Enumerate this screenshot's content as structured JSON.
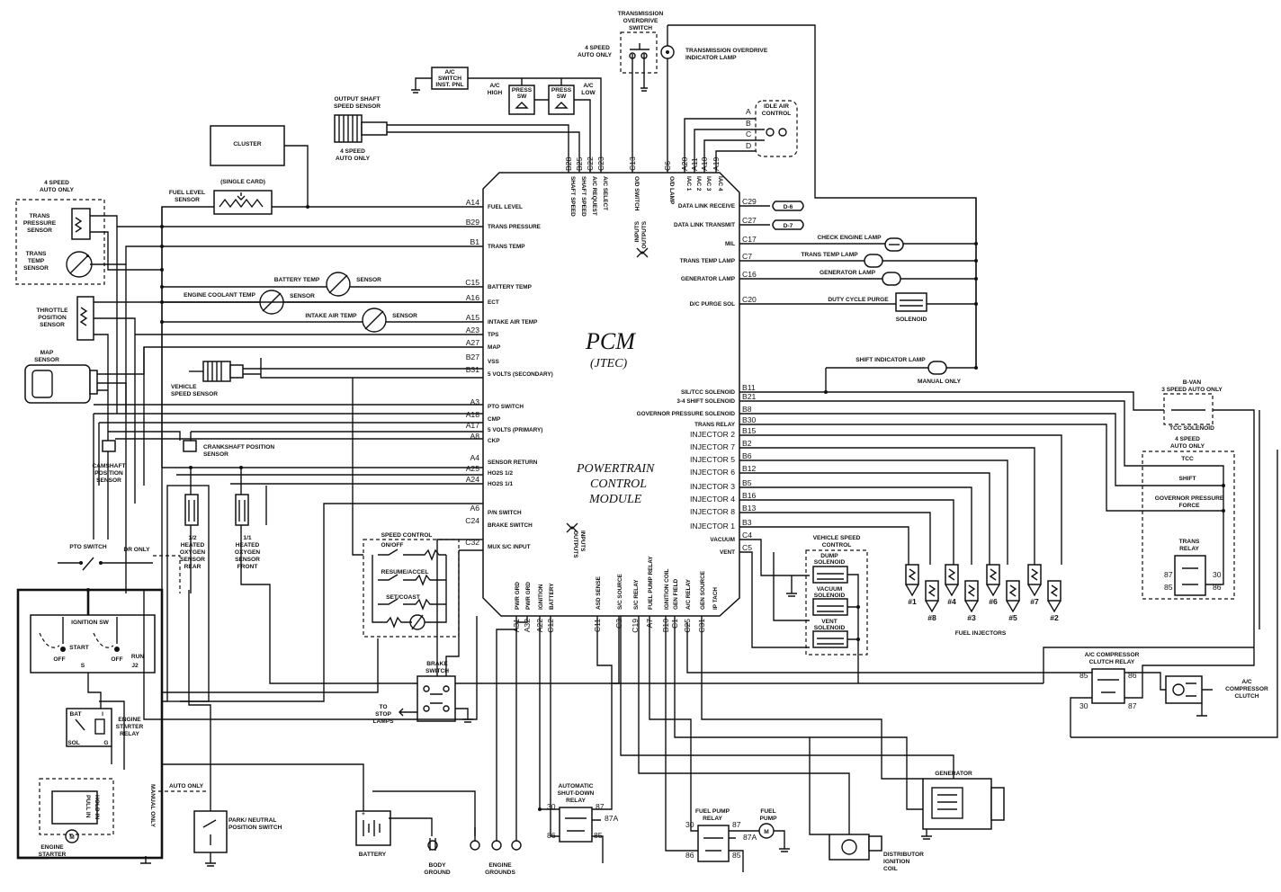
{
  "pcm": {
    "title": "PCM",
    "subtitle": "(JTEC)",
    "full_name_1": "POWERTRAIN",
    "full_name_2": "CONTROL",
    "full_name_3": "MODULE",
    "inputs_outputs_top": "INPUTS\nOUTPUTS",
    "inputs_outputs_bottom": "INPUTS\nOUTPUTS"
  },
  "top": {
    "trans_od_switch": "TRANSMISSION OVERDRIVE SWITCH",
    "speed4_auto_only": "4 SPEED AUTO ONLY",
    "od_indicator_lamp": "TRANSMISSION OVERDRIVE INDICATOR LAMP",
    "ac_switch": "A/C SWITCH INST. PNL",
    "ac_high": "A/C HIGH",
    "ac_low": "A/C LOW",
    "press_sw": "PRESS SW",
    "output_shaft_sensor": "OUTPUT SHAFT SPEED SENSOR",
    "speed4_auto_only_2": "4 SPEED AUTO ONLY",
    "cluster": "CLUSTER",
    "idle_air_control": "IDLE AIR CONTROL",
    "iac_letters": [
      "A",
      "B",
      "C",
      "D"
    ]
  },
  "left": {
    "speed4_auto_only": "4 SPEED AUTO ONLY",
    "trans_pressure_sensor": "TRANS PRESSURE SENSOR",
    "trans_temp_sensor": "TRANS TEMP SENSOR",
    "fuel_level_sensor": "FUEL LEVEL SENSOR",
    "single_card": "(SINGLE CARD)",
    "battery_temp": "BATTERY TEMP",
    "sensor": "SENSOR",
    "engine_coolant_temp": "ENGINE COOLANT TEMP",
    "intake_air_temp": "INTAKE AIR TEMP",
    "throttle_position_sensor": "THROTTLE POSITION SENSOR",
    "map_sensor": "MAP SENSOR",
    "vehicle_speed_sensor": "VEHICLE SPEED SENSOR",
    "crankshaft_position_sensor": "CRANKSHAFT POSITION SENSOR",
    "camshaft_position_sensor": "CAMSHAFT POSITION SENSOR",
    "o2_rear": "1/2 HEATED OXYGEN SENSOR REAR",
    "o2_front": "1/1 HEATED OXYGEN SENSOR FRONT",
    "pto_switch": "PTO SWITCH",
    "dr_only": "DR ONLY",
    "speed_control": "SPEED CONTROL",
    "on_off": "ON/OFF",
    "resume_accel": "RESUME/ACCEL",
    "set_coast": "SET/COAST"
  },
  "pcm_left_pins": [
    {
      "pin": "A14",
      "label": "FUEL LEVEL"
    },
    {
      "pin": "B29",
      "label": "TRANS PRESSURE"
    },
    {
      "pin": "B1",
      "label": "TRANS TEMP"
    },
    {
      "pin": "C15",
      "label": "BATTERY TEMP"
    },
    {
      "pin": "A16",
      "label": "ECT"
    },
    {
      "pin": "A15",
      "label": "INTAKE AIR TEMP"
    },
    {
      "pin": "A23",
      "label": "TPS"
    },
    {
      "pin": "A27",
      "label": "MAP"
    },
    {
      "pin": "B27",
      "label": "VSS"
    },
    {
      "pin": "B31",
      "label": "5 VOLTS (SECONDARY)"
    },
    {
      "pin": "A3",
      "label": "PTO SWITCH"
    },
    {
      "pin": "A18",
      "label": "CMP"
    },
    {
      "pin": "A17",
      "label": "5 VOLTS (PRIMARY)"
    },
    {
      "pin": "A8",
      "label": "CKP"
    },
    {
      "pin": "A4",
      "label": "SENSOR RETURN"
    },
    {
      "pin": "A25",
      "label": "HO2S 1/2"
    },
    {
      "pin": "A24",
      "label": "HO2S 1/1"
    },
    {
      "pin": "A6",
      "label": "P/N SWITCH"
    },
    {
      "pin": "C24",
      "label": "BRAKE SWITCH"
    },
    {
      "pin": "C32",
      "label": "MUX S/C INPUT"
    }
  ],
  "pcm_top_pins": [
    {
      "pin": "B28",
      "label": "SHAFT SPEED"
    },
    {
      "pin": "B25",
      "label": "SHAFT SPEED"
    },
    {
      "pin": "C22",
      "label": "A/C REQUEST"
    },
    {
      "pin": "C23",
      "label": "A/C SELECT"
    },
    {
      "pin": "C13",
      "label": "O/D SWITCH"
    },
    {
      "pin": "C6",
      "label": "O/D LAMP"
    },
    {
      "pin": "A20",
      "label": "IAC 1"
    },
    {
      "pin": "A11",
      "label": "IAC 2"
    },
    {
      "pin": "A10",
      "label": "IAC 3"
    },
    {
      "pin": "A19",
      "label": "IAC 4"
    }
  ],
  "pcm_right_pins": [
    {
      "pin": "C29",
      "label": "DATA LINK RECEIVE"
    },
    {
      "pin": "C27",
      "label": "DATA LINK TRANSMIT"
    },
    {
      "pin": "C17",
      "label": "MIL"
    },
    {
      "pin": "C7",
      "label": "TRANS TEMP LAMP"
    },
    {
      "pin": "C16",
      "label": "GENERATOR LAMP"
    },
    {
      "pin": "C20",
      "label": "D/C PURGE SOL"
    },
    {
      "pin": "B11",
      "label": "SIL/TCC SOLENOID"
    },
    {
      "pin": "B21",
      "label": "3-4 SHIFT SOLENOID"
    },
    {
      "pin": "B8",
      "label": "GOVERNOR PRESSURE SOLENOID"
    },
    {
      "pin": "B30",
      "label": "TRANS RELAY"
    },
    {
      "pin": "B15",
      "label": "INJECTOR 2"
    },
    {
      "pin": "B2",
      "label": "INJECTOR 7"
    },
    {
      "pin": "B6",
      "label": "INJECTOR 5"
    },
    {
      "pin": "B12",
      "label": "INJECTOR 6"
    },
    {
      "pin": "B5",
      "label": "INJECTOR 3"
    },
    {
      "pin": "B16",
      "label": "INJECTOR 4"
    },
    {
      "pin": "B13",
      "label": "INJECTOR 8"
    },
    {
      "pin": "B3",
      "label": "INJECTOR 1"
    },
    {
      "pin": "C4",
      "label": "VACUUM"
    },
    {
      "pin": "C5",
      "label": "VENT"
    }
  ],
  "pcm_bottom_pins": [
    {
      "pin": "A31",
      "label": "PWR GRD"
    },
    {
      "pin": "A32",
      "label": "PWR GRD"
    },
    {
      "pin": "A22",
      "label": "IGNITION"
    },
    {
      "pin": "C12",
      "label": "BATTERY"
    },
    {
      "pin": "C11",
      "label": "ASD SENSE"
    },
    {
      "pin": "C3",
      "label": "S/C SOURCE"
    },
    {
      "pin": "C19",
      "label": "S/C RELAY"
    },
    {
      "pin": "A7",
      "label": "FUEL PUMP RELAY"
    },
    {
      "pin": "B10",
      "label": "IGNITION COIL"
    },
    {
      "pin": "C1",
      "label": "GEN FIELD"
    },
    {
      "pin": "C25",
      "label": "A/C RELAY"
    },
    {
      "pin": "C31",
      "label": "GEN SOURCE"
    },
    {
      "pin": "",
      "label": "IP TACH"
    }
  ],
  "right": {
    "d6": "D-6",
    "d7": "D-7",
    "check_engine_lamp": "CHECK ENGINE LAMP",
    "trans_temp_lamp": "TRANS TEMP LAMP",
    "generator_lamp": "GENERATOR LAMP",
    "duty_cycle_purge": "DUTY CYCLE PURGE",
    "solenoid": "SOLENOID",
    "shift_indicator_lamp": "SHIFT INDICATOR LAMP",
    "manual_only": "MANUAL ONLY",
    "b_van": "B-VAN",
    "speed3_auto_only": "3 SPEED AUTO ONLY",
    "tcc_solenoid": "TCC SOLENOID",
    "speed4_auto_only": "4 SPEED AUTO ONLY",
    "tcc": "TCC",
    "shift": "SHIFT",
    "governor_pressure_force": "GOVERNOR PRESSURE FORCE",
    "trans_relay": "TRANS RELAY",
    "relay_pins": [
      "87",
      "30",
      "85",
      "86"
    ],
    "vehicle_speed_control": "VEHICLE SPEED CONTROL",
    "dump_solenoid": "DUMP SOLENOID",
    "vacuum_solenoid": "VACUUM SOLENOID",
    "vent_solenoid": "VENT SOLENOID",
    "fuel_injectors": "FUEL INJECTORS",
    "injector_top": [
      "#1",
      "#4",
      "#6",
      "#7"
    ],
    "injector_bottom": [
      "#8",
      "#3",
      "#5",
      "#2"
    ],
    "ac_compressor_clutch_relay": "A/C COMPRESSOR CLUTCH RELAY",
    "ac_relay_pins": [
      "85",
      "86",
      "30",
      "87"
    ],
    "ac_compressor_clutch": "A/C COMPRESSOR CLUTCH"
  },
  "bottom": {
    "ignition_sw": "IGNITION SW",
    "start": "START",
    "off": "OFF",
    "off2": "OFF",
    "run": "RUN",
    "s": "S",
    "j2": "J2",
    "bat": "BAT",
    "i": "I",
    "sol": "SOL",
    "g": "G",
    "engine_starter_relay": "ENGINE STARTER RELAY",
    "pull_in": "PULL IN",
    "hold_in": "HOLD IN",
    "engine_starter": "ENGINE STARTER",
    "m": "M",
    "manual_only": "MANUAL ONLY",
    "auto_only": "AUTO ONLY",
    "park_neutral": "PARK/ NEUTRAL POSITION SWITCH",
    "brake_switch": "BRAKE SWITCH",
    "to_stop_lamps": "TO STOP LAMPS",
    "battery": "BATTERY",
    "body_ground": "BODY GROUND",
    "engine_grounds": "ENGINE GROUNDS",
    "asd_relay": "AUTOMATIC SHUT-DOWN RELAY",
    "asd_pins": [
      "30",
      "87",
      "87A",
      "86",
      "85"
    ],
    "fuel_pump_relay": "FUEL PUMP RELAY",
    "fp_pins": [
      "30",
      "87",
      "87A",
      "86",
      "85"
    ],
    "fuel_pump": "FUEL PUMP",
    "distributor_ignition_coil": "DISTRIBUTOR IGNITION COIL",
    "generator": "GENERATOR"
  }
}
